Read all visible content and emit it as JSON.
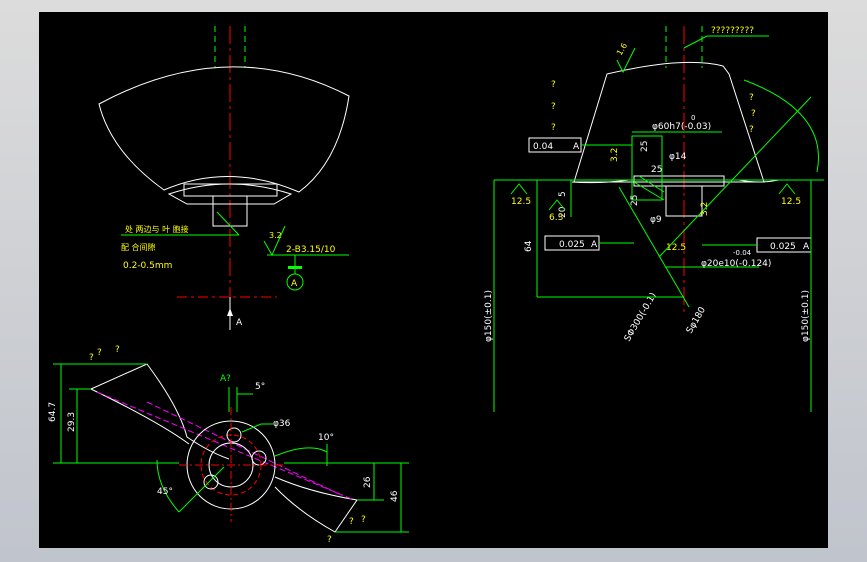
{
  "colors": {
    "background": "#000000",
    "outline": "#ffffff",
    "dimension": "#00ff00",
    "text": "#ffff00",
    "centerline": "#ff0000",
    "hidden": "#ff00ff"
  },
  "left_view": {
    "note_line1": "处 两边与 叶 胞接",
    "note_line2": "配 合间隙",
    "clearance": "0.2-0.5mm",
    "roughness": "3.2",
    "center_hole": "2-B3.15/10",
    "datum": "A",
    "section_arrow": "A"
  },
  "bottom_view": {
    "label_a": "A?",
    "angle_5": "5°",
    "dia_36": "φ36",
    "angle_10": "10°",
    "angle_45": "45°",
    "dim_647": "64.7",
    "dim_293": "29.3",
    "dim_26": "26",
    "dim_46": "46",
    "q": "?",
    "qq": "?"
  },
  "right_view": {
    "leader_text": "?????????",
    "tol_004": "0.04",
    "tol_0025a": "0.025",
    "tol_0025b": "0.025",
    "datum": "A",
    "dia60": "φ60h7(-0.03)",
    "dia60_upper": "0",
    "dia14": "φ14",
    "dia9": "φ9",
    "dia20": "φ20e10(-0.124)",
    "dia20_upper": "-0.04",
    "dim25a": "25",
    "dim25b": "25",
    "dim25c": "25",
    "dim5": "5",
    "dim20": "20",
    "dim64": "64",
    "rough_125a": "12.5",
    "rough_125b": "12.5",
    "rough_125c": "12.5",
    "rough_63": "6.3",
    "rough_32a": "3.2",
    "rough_32b": "3.2",
    "rough_16": "1.6",
    "sr300": "SΦ300(-0.1)",
    "sr180": "Sφ180",
    "dia150a": "φ150(±0.1)",
    "dia150b": "φ150(±0.1)",
    "q": "?"
  }
}
